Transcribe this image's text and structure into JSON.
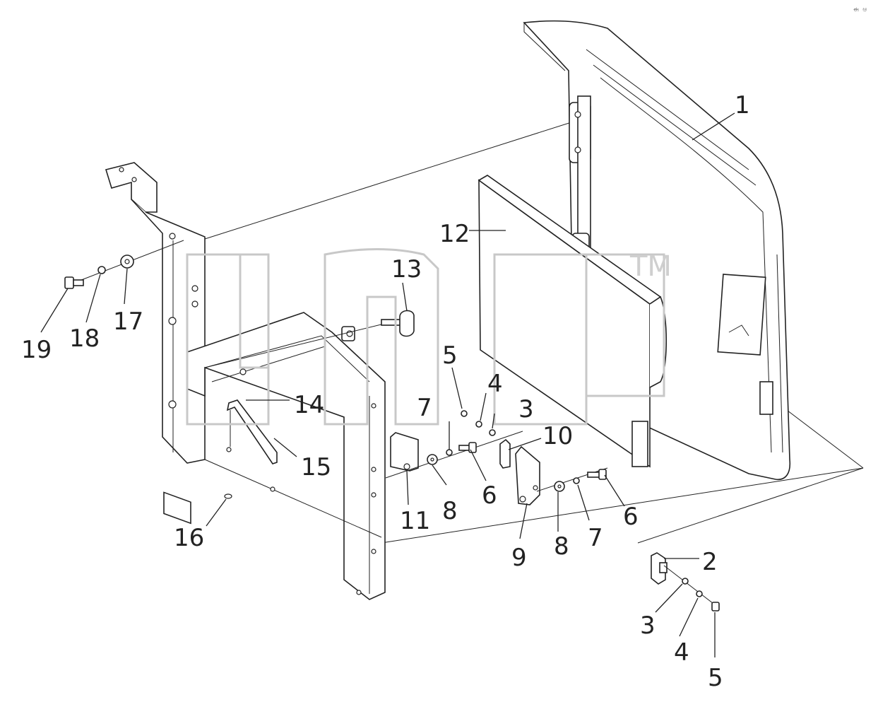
{
  "corner_stamp": "ಈ ಆ",
  "watermark_tm": "TM",
  "callouts": {
    "c1": "1",
    "c2": "2",
    "c3a": "3",
    "c3b": "3",
    "c4a": "4",
    "c4b": "4",
    "c5a": "5",
    "c5b": "5",
    "c6a": "6",
    "c6b": "6",
    "c7a": "7",
    "c7b": "7",
    "c8a": "8",
    "c8b": "8",
    "c9": "9",
    "c10": "10",
    "c11": "11",
    "c12": "12",
    "c13": "13",
    "c14": "14",
    "c15": "15",
    "c16": "16",
    "c17": "17",
    "c18": "18",
    "c19": "19"
  }
}
